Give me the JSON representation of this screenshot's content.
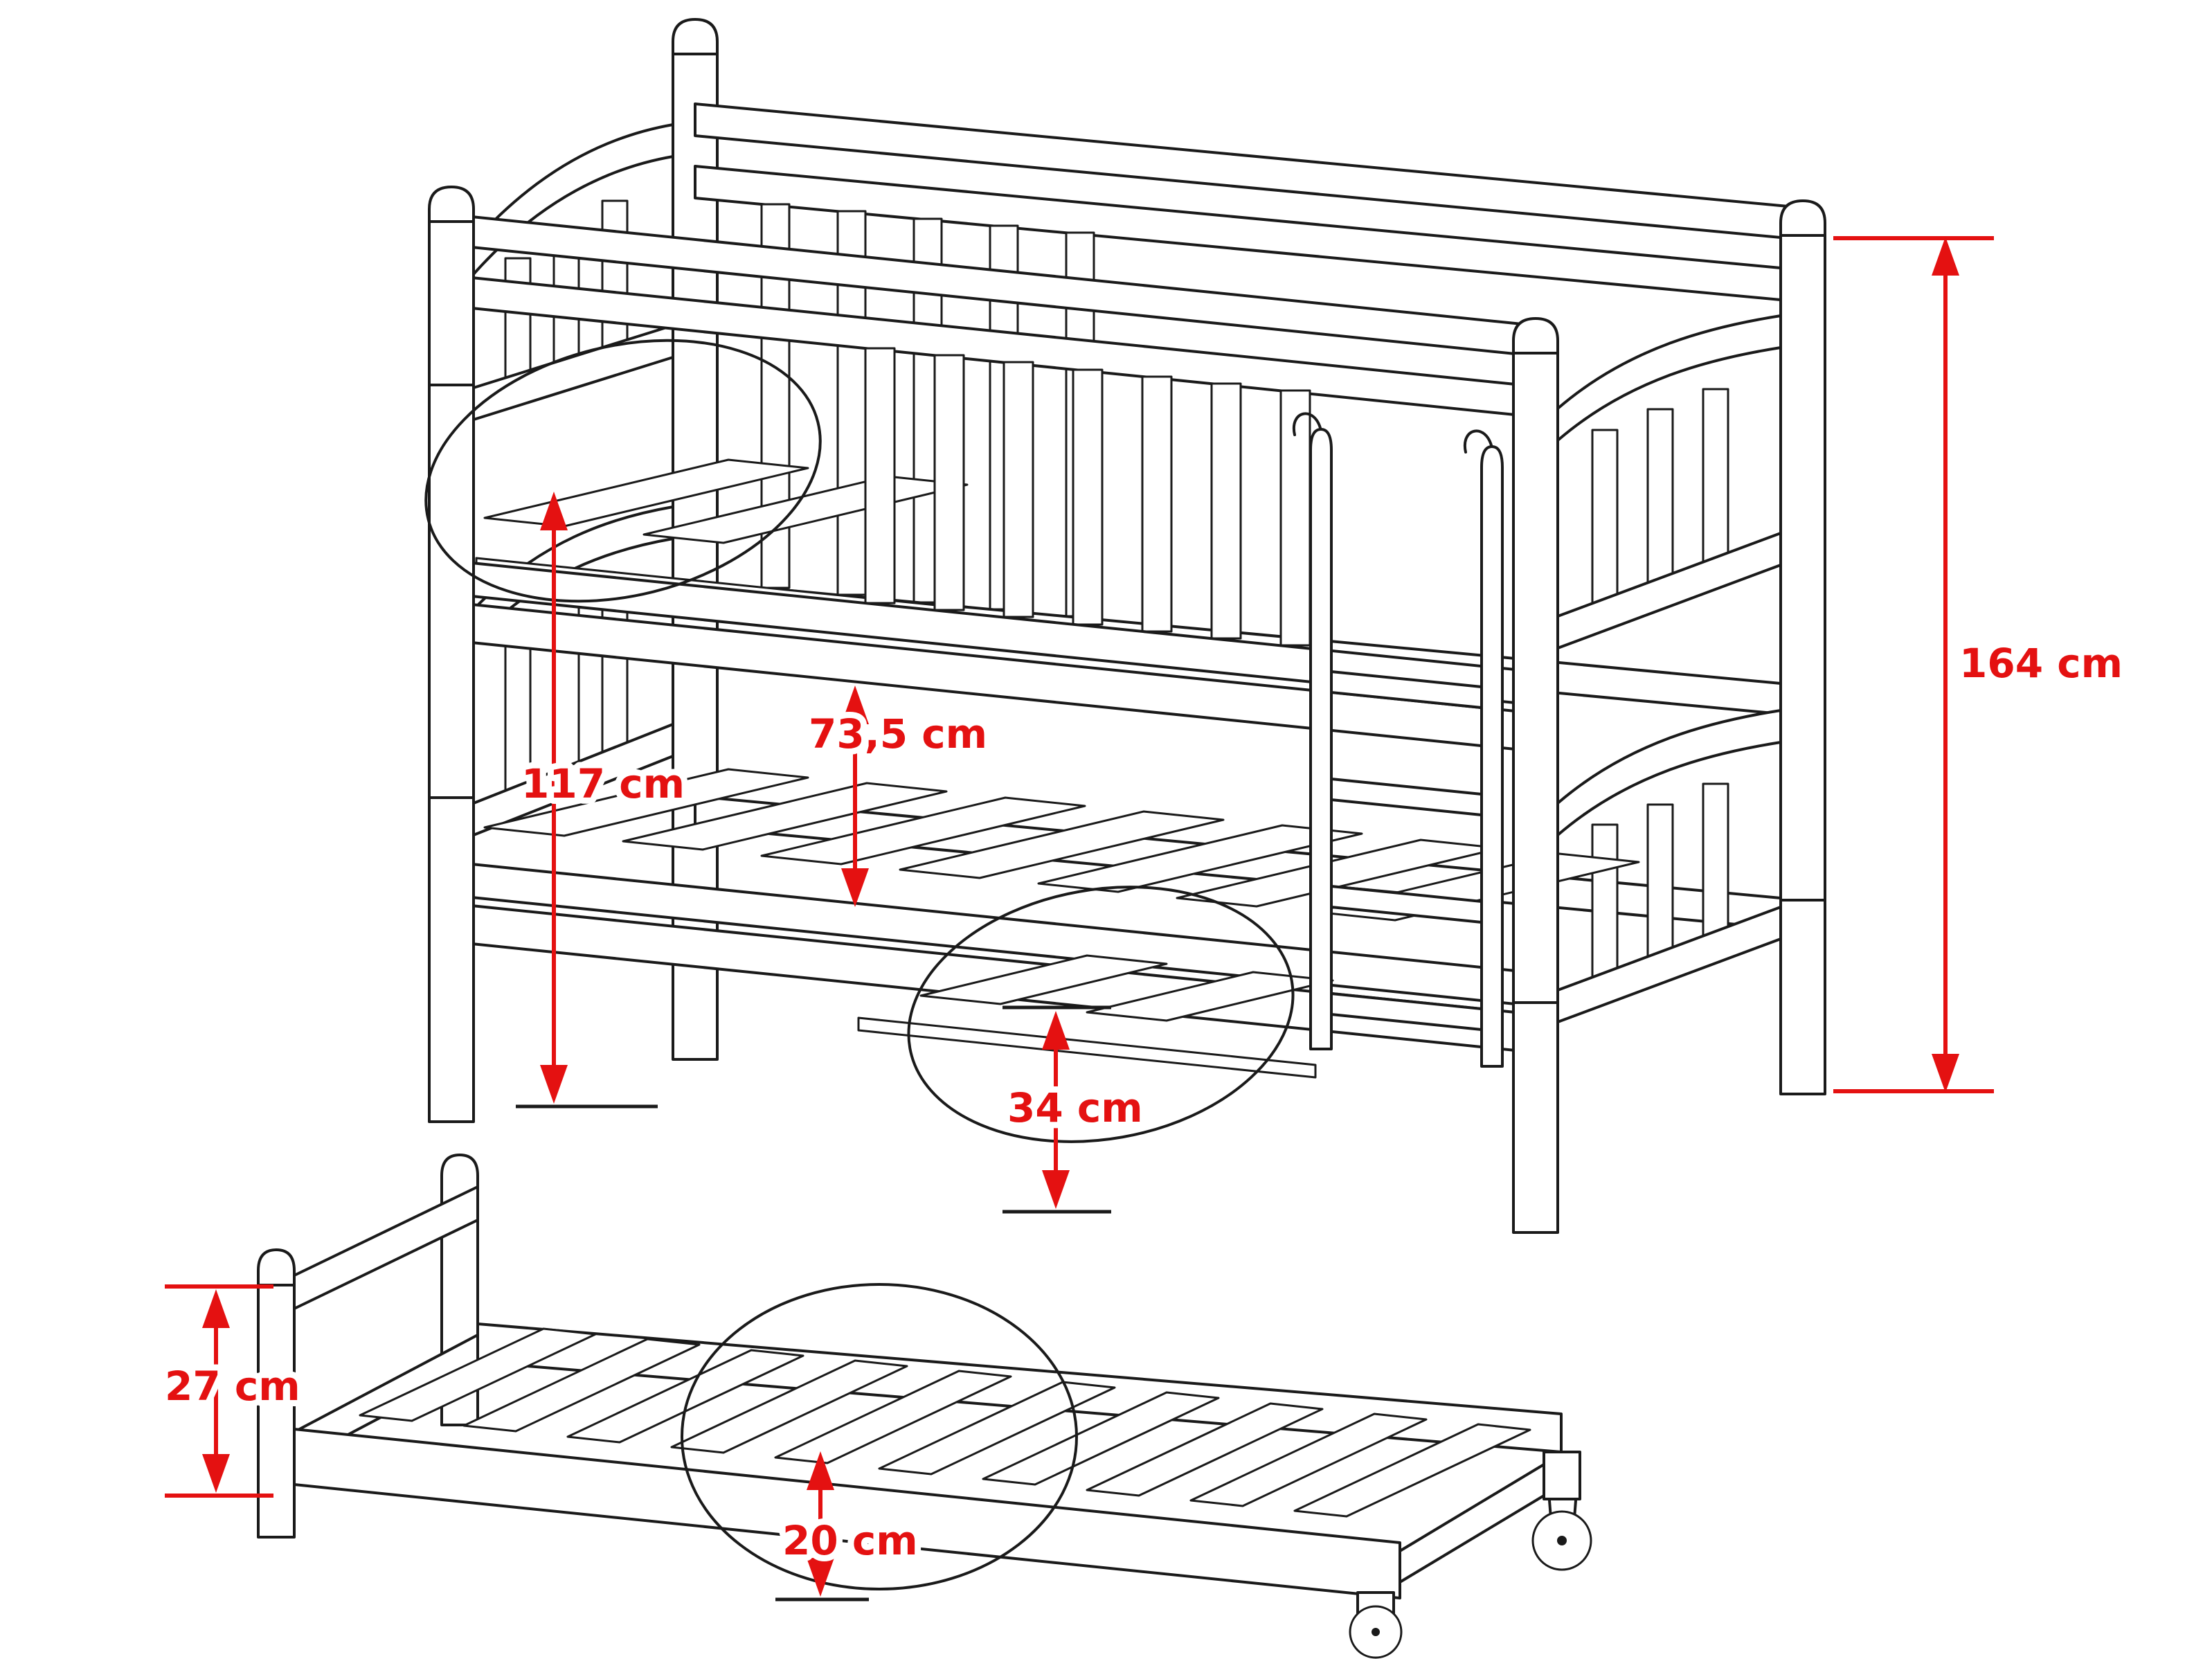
{
  "drawing": {
    "subject": "Bunk bed with pull-out trundle bed — dimensioned technical line drawing",
    "background": "#ffffff",
    "line_color": "#1a1a1a",
    "dimension_color": "#e41111"
  },
  "dimensions": {
    "total_height": "164 cm",
    "upper_platform_height": "117 cm",
    "clearance": "73,5 cm",
    "lower_platform_height": "34 cm",
    "trundle_frame_height": "27 cm",
    "trundle_platform_height": "20 cm"
  }
}
